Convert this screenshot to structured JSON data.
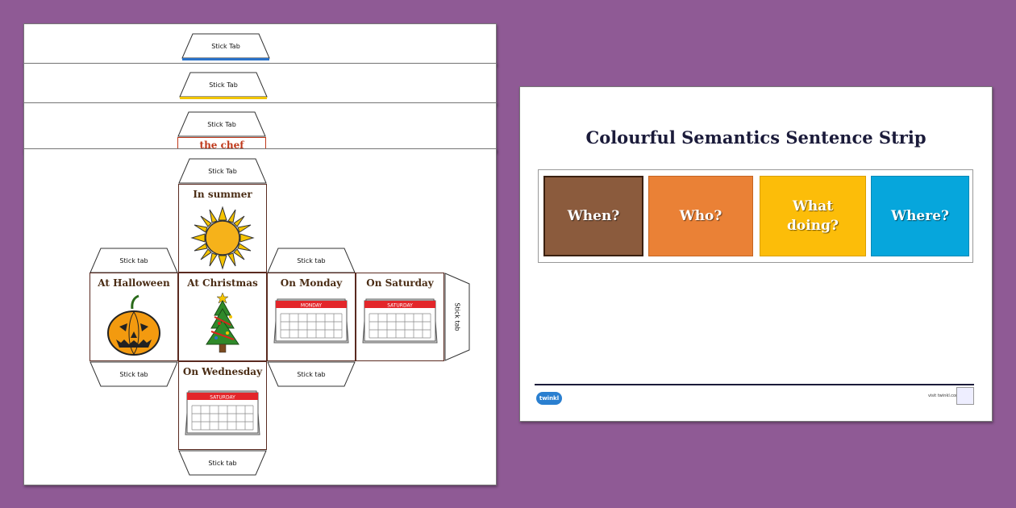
{
  "colors": {
    "background": "#8f5a95",
    "when": "#8b5b3d",
    "who": "#ea8136",
    "what_doing": "#fcbd09",
    "where": "#06a6dc",
    "face_border": "#5a2a20",
    "title": "#1b1b3a"
  },
  "stacked_sheets": [
    {
      "tab_label": "Stick Tab",
      "strip_color": "#2a72c8"
    },
    {
      "tab_label": "Stick Tab",
      "strip_color": "#f0c400"
    },
    {
      "tab_label": "Stick Tab",
      "peek_word": "the chef",
      "strip_color": "#c0391b"
    }
  ],
  "cube_net": {
    "tabs": {
      "top": "Stick Tab",
      "left_top": "Stick tab",
      "right_top": "Stick tab",
      "left_bottom": "Stick tab",
      "right_bottom": "Stick tab",
      "bottom": "Stick tab",
      "side": "Stick tab"
    },
    "faces": [
      {
        "label": "In summer",
        "icon": "sun-icon"
      },
      {
        "label": "At Halloween",
        "icon": "pumpkin-icon"
      },
      {
        "label": "At Christmas",
        "icon": "christmas-tree-icon"
      },
      {
        "label": "On Monday",
        "icon": "calendar-icon",
        "calendar_header": "MONDAY"
      },
      {
        "label": "On Saturday",
        "icon": "calendar-icon",
        "calendar_header": "SATURDAY"
      },
      {
        "label": "On Wednesday",
        "icon": "calendar-icon",
        "calendar_header": "SATURDAY"
      }
    ]
  },
  "strip_sheet": {
    "title": "Colourful Semantics Sentence Strip",
    "cards": [
      {
        "text": "When?",
        "color": "#8b5b3d"
      },
      {
        "text": "Who?",
        "color": "#ea8136"
      },
      {
        "text": "What doing?",
        "color": "#fcbd09"
      },
      {
        "text": "Where?",
        "color": "#06a6dc"
      }
    ],
    "footer": {
      "logo": "twinkl",
      "url": "visit twinkl.com"
    }
  }
}
